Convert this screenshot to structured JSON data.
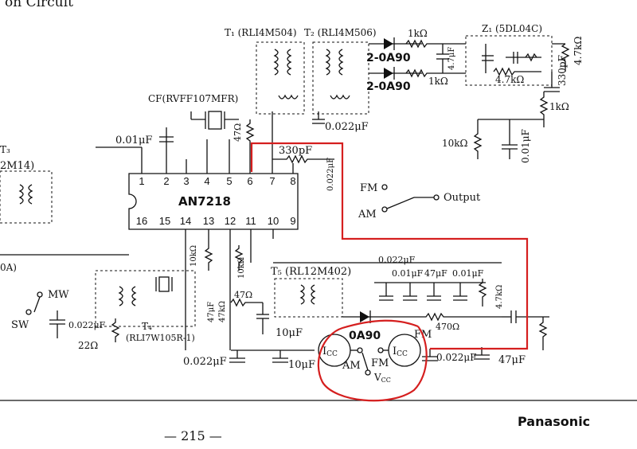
{
  "page": {
    "header_fragment": "on Circuit",
    "page_number": "— 215 —",
    "brand": "Panasonic"
  },
  "ic": {
    "name": "AN7218",
    "top_pins": [
      "1",
      "2",
      "3",
      "4",
      "5",
      "6",
      "7",
      "8"
    ],
    "bottom_pins": [
      "16",
      "15",
      "14",
      "13",
      "12",
      "11",
      "10",
      "9"
    ]
  },
  "labels": {
    "t1": "T₁ (RLI4M504)",
    "t2": "T₂ (RLI4M506)",
    "z1": "Z₁ (5DL04C)",
    "cf": "CF(RVFF107MFR)",
    "t3_partial": "T₃",
    "t3_part_partial": "2M14)",
    "t4": "T₄",
    "t4_part": "(RLI7W105R-1)",
    "t5": "T₅ (RL12M402)",
    "partial_a": "0A)",
    "diode1": "2-0A90",
    "diode2": "2-0A90",
    "diode3": "0A90",
    "fm_switch": "FM",
    "am_switch": "AM",
    "output": "Output",
    "mw": "MW",
    "sw": "SW",
    "icc_left": "I",
    "icc_right": "I",
    "icc_sub": "CC",
    "am_bottom": "AM",
    "fm_bottom": "FM",
    "vcc": "V",
    "vcc_sub": "CC",
    "fm_right": "FM"
  },
  "components": {
    "r_1k_a": "1kΩ",
    "r_1k_b": "1kΩ",
    "c_47u_top": "4.7μF",
    "r_47k_z": "4.7kΩ",
    "r_47k_right": "4.7kΩ",
    "c_330p_right": "330pF",
    "r_1k_right": "1kΩ",
    "r_10k": "10kΩ",
    "c_001_right": "0.01μF",
    "c_001_left": "0.01μF",
    "r_47": "47Ω",
    "c_0022_t2": "0.022μF",
    "c_330p_mid": "330pF",
    "c_0022_vert": "0.022μF",
    "r_10k_a": "10kΩ",
    "r_10k_b": "10kΩ",
    "c_0022_sw": "0.022μF",
    "r_22": "22Ω",
    "c_47u_vert": "47μF",
    "r_47k_vert": "47kΩ",
    "r_47_b": "47Ω",
    "c_10u_a": "10μF",
    "c_0022_bottom": "0.022μF",
    "c_10u_b": "10μF",
    "c_0022_t5": "0.022μF",
    "c_001_t5a": "0.01μF",
    "c_47u_t5": "47μF",
    "c_001_t5b": "0.01μF",
    "r_47k_t5": "4.7kΩ",
    "r_470": "470Ω",
    "c_0022_br": "0.022μF",
    "c_47u_br": "47μF"
  },
  "colors": {
    "ink": "#111111",
    "annotation_red": "#d51f1f",
    "paper": "#ffffff"
  }
}
